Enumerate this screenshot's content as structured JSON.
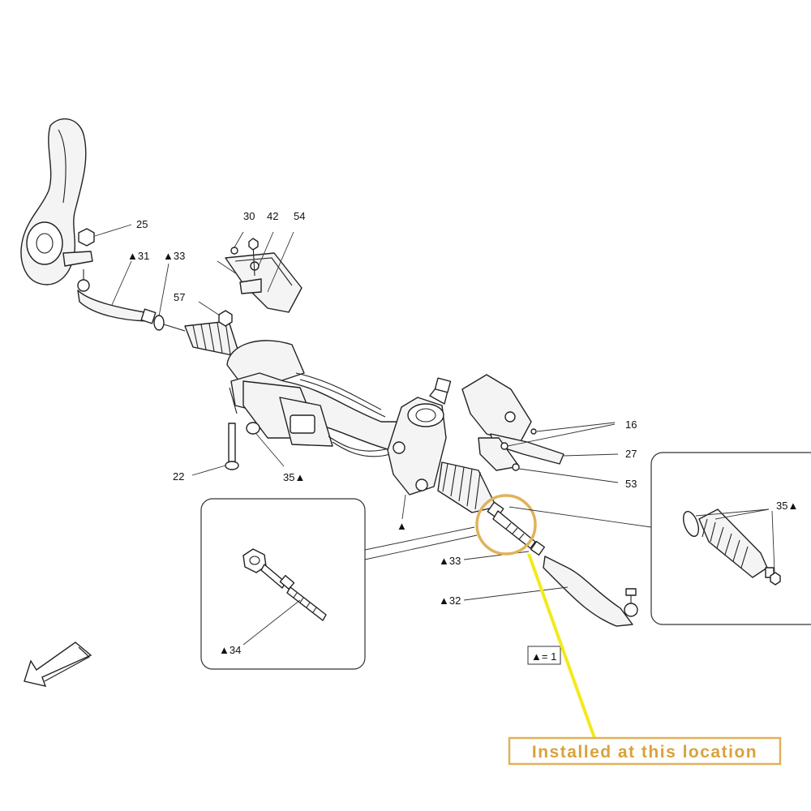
{
  "labels": {
    "l25": "25",
    "l31": "▲31",
    "l33a": "▲33",
    "l30": "30",
    "l42": "42",
    "l54": "54",
    "l57": "57",
    "l16": "16",
    "l27": "27",
    "l53": "53",
    "l22": "22",
    "l35a": "35▲",
    "l35b": "35▲",
    "l33b": "▲33",
    "l32": "▲32",
    "l34": "▲34",
    "ltri": "▲"
  },
  "legend": {
    "text": "▲= 1"
  },
  "callout": {
    "text": "Installed at this location"
  },
  "colors": {
    "highlight_circle": "#e0b25a",
    "leader_line": "#f2ea1c",
    "callout": "#d9a23a"
  }
}
